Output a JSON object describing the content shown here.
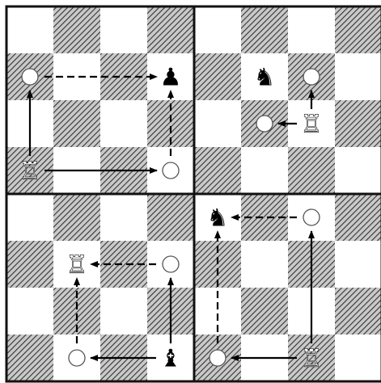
{
  "figure": {
    "colors": {
      "light_square": "#ffffff",
      "dark_square": "#c9c9c9",
      "hatch": "#333333",
      "frame": "#111111",
      "arrow": "#000000",
      "target_circle_fill": "#ffffff",
      "target_circle_stroke": "#555555"
    },
    "panels": [
      {
        "name": "top-left",
        "pieces": [
          {
            "piece": "rook",
            "color": "white",
            "icon": "white-rook-icon",
            "glyph": "♖",
            "square": [
              0,
              3
            ]
          },
          {
            "piece": "pawn",
            "color": "black",
            "icon": "black-pawn-icon",
            "glyph": "♟",
            "square": [
              3,
              1
            ]
          }
        ],
        "targets": [
          [
            0,
            1
          ],
          [
            3,
            3
          ]
        ],
        "arrows": [
          {
            "from": [
              0,
              3
            ],
            "to": [
              0,
              1
            ],
            "style": "solid"
          },
          {
            "from": [
              0,
              3
            ],
            "to": [
              3,
              3
            ],
            "style": "solid"
          },
          {
            "from": [
              0,
              1
            ],
            "to": [
              3,
              1
            ],
            "style": "dashed"
          },
          {
            "from": [
              3,
              3
            ],
            "to": [
              3,
              1
            ],
            "style": "dashed"
          }
        ]
      },
      {
        "name": "top-right",
        "pieces": [
          {
            "piece": "knight",
            "color": "black",
            "icon": "black-knight-icon",
            "glyph": "♞",
            "square": [
              1,
              1
            ]
          },
          {
            "piece": "rook",
            "color": "white",
            "icon": "white-rook-icon",
            "glyph": "♖",
            "square": [
              2,
              2
            ]
          }
        ],
        "targets": [
          [
            2,
            1
          ],
          [
            1,
            2
          ]
        ],
        "arrows": [
          {
            "from": [
              2,
              2
            ],
            "to": [
              2,
              1
            ],
            "style": "solid"
          },
          {
            "from": [
              2,
              2
            ],
            "to": [
              1,
              2
            ],
            "style": "solid"
          }
        ]
      },
      {
        "name": "bottom-left",
        "pieces": [
          {
            "piece": "rook",
            "color": "white",
            "icon": "white-rook-icon",
            "glyph": "♖",
            "square": [
              1,
              1
            ]
          },
          {
            "piece": "bishop",
            "color": "black",
            "icon": "black-bishop-icon",
            "glyph": "♝",
            "square": [
              3,
              3
            ]
          }
        ],
        "targets": [
          [
            3,
            1
          ],
          [
            1,
            3
          ]
        ],
        "arrows": [
          {
            "from": [
              3,
              3
            ],
            "to": [
              3,
              1
            ],
            "style": "solid"
          },
          {
            "from": [
              3,
              3
            ],
            "to": [
              1,
              3
            ],
            "style": "solid"
          },
          {
            "from": [
              3,
              1
            ],
            "to": [
              1,
              1
            ],
            "style": "dashed"
          },
          {
            "from": [
              1,
              3
            ],
            "to": [
              1,
              1
            ],
            "style": "dashed"
          }
        ]
      },
      {
        "name": "bottom-right",
        "pieces": [
          {
            "piece": "knight",
            "color": "black",
            "icon": "black-knight-icon",
            "glyph": "♞",
            "square": [
              0,
              0
            ]
          },
          {
            "piece": "rook",
            "color": "white",
            "icon": "white-rook-icon",
            "glyph": "♖",
            "square": [
              2,
              3
            ]
          }
        ],
        "targets": [
          [
            2,
            0
          ],
          [
            0,
            3
          ]
        ],
        "arrows": [
          {
            "from": [
              2,
              3
            ],
            "to": [
              2,
              0
            ],
            "style": "solid"
          },
          {
            "from": [
              2,
              3
            ],
            "to": [
              0,
              3
            ],
            "style": "solid"
          },
          {
            "from": [
              2,
              0
            ],
            "to": [
              0,
              0
            ],
            "style": "dashed"
          },
          {
            "from": [
              0,
              3
            ],
            "to": [
              0,
              0
            ],
            "style": "dashed"
          }
        ]
      }
    ]
  }
}
